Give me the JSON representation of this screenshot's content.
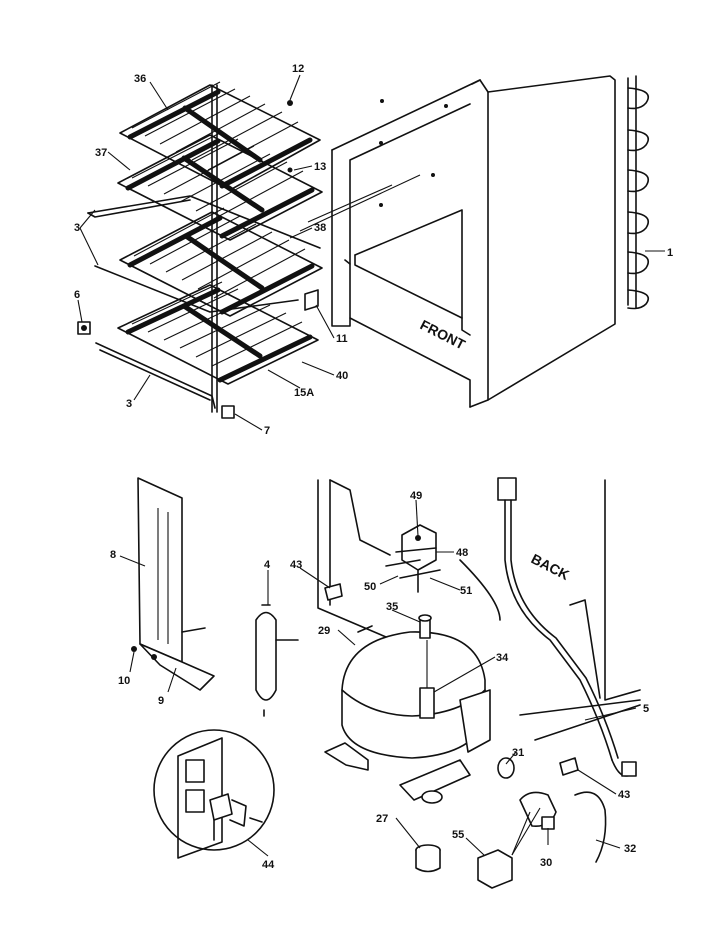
{
  "labels": {
    "p36": "36",
    "p12": "12",
    "p37": "37",
    "p13": "13",
    "p3a": "3",
    "p38": "38",
    "p1": "1",
    "p6": "6",
    "p11": "11",
    "p40": "40",
    "p15a": "15A",
    "p3b": "3",
    "p7": "7",
    "p8": "8",
    "p4": "4",
    "p43a": "43",
    "p49": "49",
    "p48": "48",
    "p50": "50",
    "p51": "51",
    "p35": "35",
    "p29": "29",
    "p34": "34",
    "p10": "10",
    "p9": "9",
    "p5": "5",
    "p31": "31",
    "p43b": "43",
    "p27": "27",
    "p55": "55",
    "p30": "30",
    "p32": "32",
    "p44": "44"
  },
  "text": {
    "front": "FRONT",
    "back": "BACK"
  }
}
